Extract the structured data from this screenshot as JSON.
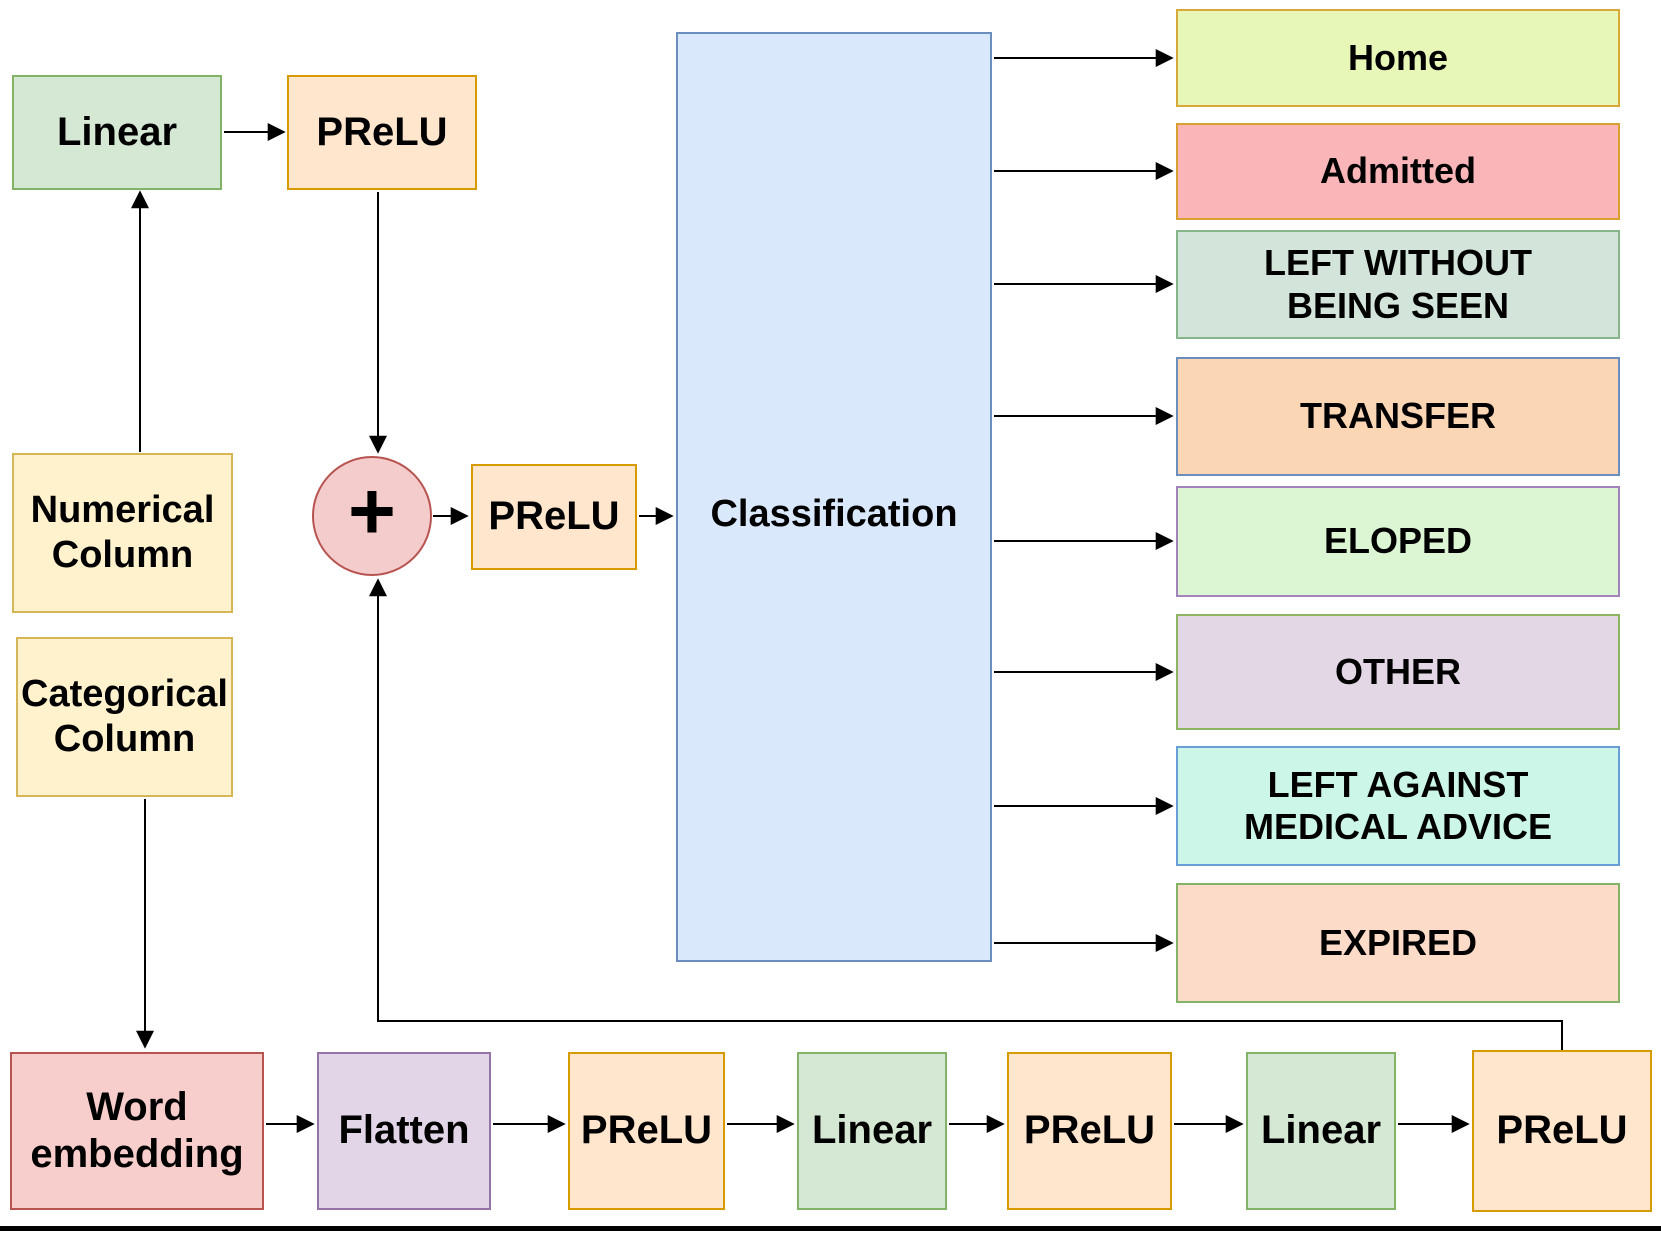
{
  "colors": {
    "connector": "#000000",
    "background": "#ffffff",
    "bottom_rule": "#000000"
  },
  "nodes": {
    "linear_top": {
      "label": "Linear",
      "fill": "#d5e8d4",
      "stroke": "#82b366"
    },
    "prelu_top": {
      "label": "PReLU",
      "fill": "#ffe6cc",
      "stroke": "#d79b00"
    },
    "numerical": {
      "label": "Numerical Column",
      "fill": "#fff2cc",
      "stroke": "#d6b656"
    },
    "categorical": {
      "label": "Categorical Column",
      "fill": "#fff2cc",
      "stroke": "#d6b656"
    },
    "sum": {
      "label": "+",
      "fill": "#f4cccc",
      "stroke": "#b85450"
    },
    "prelu_mid": {
      "label": "PReLU",
      "fill": "#ffe6cc",
      "stroke": "#d79b00"
    },
    "classification": {
      "label": "Classification",
      "fill": "#dae8fc",
      "stroke": "#6c8ebf"
    },
    "home": {
      "label": "Home",
      "fill": "#e7f7b7",
      "stroke": "#d8a838"
    },
    "admitted": {
      "label": "Admitted",
      "fill": "#f9b5b8",
      "stroke": "#d8a030"
    },
    "lwbs": {
      "label": "LEFT WITHOUT BEING SEEN",
      "fill": "#d3e5da",
      "stroke": "#86b58a"
    },
    "transfer": {
      "label": "TRANSFER",
      "fill": "#fbd6b4",
      "stroke": "#6c8ebf"
    },
    "eloped": {
      "label": "ELOPED",
      "fill": "#dcf6d3",
      "stroke": "#a483bd"
    },
    "other": {
      "label": "OTHER",
      "fill": "#e3d7e6",
      "stroke": "#8db45f"
    },
    "lama": {
      "label": "LEFT AGAINST MEDICAL ADVICE",
      "fill": "#ccf6e7",
      "stroke": "#6a9ed6"
    },
    "expired": {
      "label": "EXPIRED",
      "fill": "#fcdcc9",
      "stroke": "#82b366"
    },
    "word_embedding": {
      "label": "Word embedding",
      "fill": "#f8cecc",
      "stroke": "#b85450"
    },
    "flatten": {
      "label": "Flatten",
      "fill": "#e1d5e7",
      "stroke": "#9673a6"
    },
    "prelu_b1": {
      "label": "PReLU",
      "fill": "#ffe6cc",
      "stroke": "#d79b00"
    },
    "linear_b1": {
      "label": "Linear",
      "fill": "#d5e8d4",
      "stroke": "#82b366"
    },
    "prelu_b2": {
      "label": "PReLU",
      "fill": "#ffe6cc",
      "stroke": "#d79b00"
    },
    "linear_b2": {
      "label": "Linear",
      "fill": "#d5e8d4",
      "stroke": "#82b366"
    },
    "prelu_b3": {
      "label": "PReLU",
      "fill": "#ffe6cc",
      "stroke": "#d79b00"
    }
  }
}
